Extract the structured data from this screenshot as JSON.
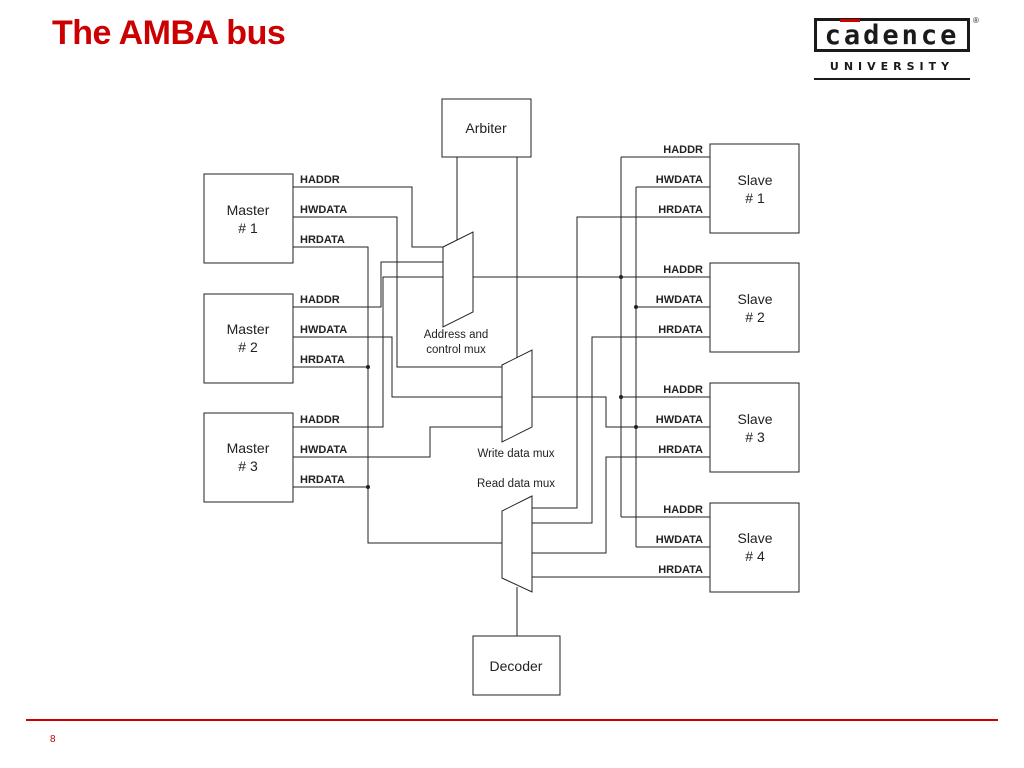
{
  "slide": {
    "title": "The AMBA bus",
    "page_number": "8"
  },
  "logo": {
    "wordmark": "cadence",
    "registered": "®",
    "subtitle": "UNIVERSITY"
  },
  "diagram": {
    "arbiter": "Arbiter",
    "decoder": "Decoder",
    "masters": [
      {
        "line1": "Master",
        "line2": "# 1"
      },
      {
        "line1": "Master",
        "line2": "# 2"
      },
      {
        "line1": "Master",
        "line2": "# 3"
      }
    ],
    "slaves": [
      {
        "line1": "Slave",
        "line2": "# 1"
      },
      {
        "line1": "Slave",
        "line2": "# 2"
      },
      {
        "line1": "Slave",
        "line2": "# 3"
      },
      {
        "line1": "Slave",
        "line2": "# 4"
      }
    ],
    "signals": {
      "haddr": "HADDR",
      "hwdata": "HWDATA",
      "hrdata": "HRDATA"
    },
    "mux_labels": {
      "addr_line1": "Address and",
      "addr_line2": "control mux",
      "write": "Write data mux",
      "read": "Read data mux"
    }
  }
}
